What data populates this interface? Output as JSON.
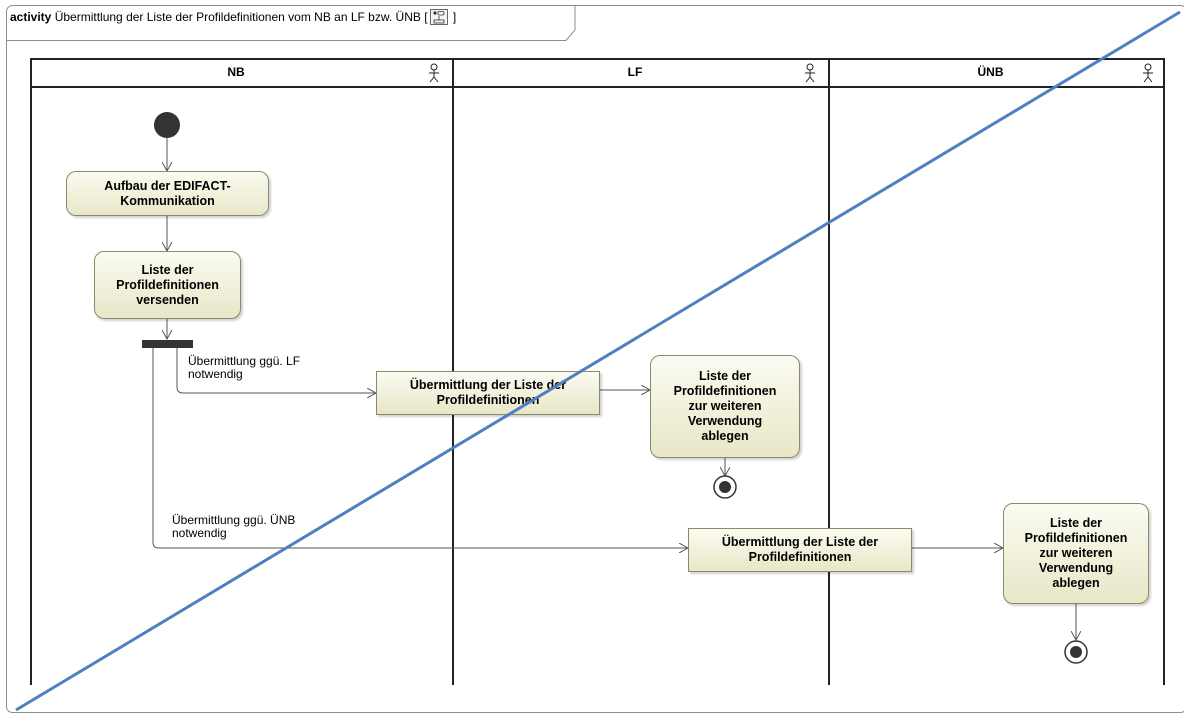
{
  "frame": {
    "keyword": "activity",
    "title": "Übermittlung der Liste der Profildefinitionen vom NB an LF bzw. ÜNB",
    "bracket_open": "[",
    "bracket_close": "]",
    "icon": "activity-diagram-icon"
  },
  "lanes": [
    {
      "name": "NB",
      "icon": "actor-icon"
    },
    {
      "name": "LF",
      "icon": "actor-icon"
    },
    {
      "name": "ÜNB",
      "icon": "actor-icon"
    }
  ],
  "actions": {
    "build_comm": "Aufbau der EDIFACT-\nKommunikation",
    "send_list": "Liste der\nProfildefinitionen\nversenden",
    "transmit_lf": "Übermittlung der Liste der\nProfildefinitionen",
    "store_lf": "Liste der\nProfildefinitionen\nzur weiteren\nVerwendung\nablegen",
    "transmit_unb": "Übermittlung der Liste der\nProfildefinitionen",
    "store_unb": "Liste der\nProfildefinitionen\nzur weiteren\nVerwendung\nablegen"
  },
  "guards": {
    "to_lf": "Übermittlung ggü. LF\nnotwendig",
    "to_unb": "Übermittlung ggü. ÜNB\nnotwendig"
  },
  "colors": {
    "action_fill_top": "#fbfbf1",
    "action_fill_bottom": "#e8e7c8",
    "node": "#333333",
    "strike": "#4f7fbf"
  }
}
